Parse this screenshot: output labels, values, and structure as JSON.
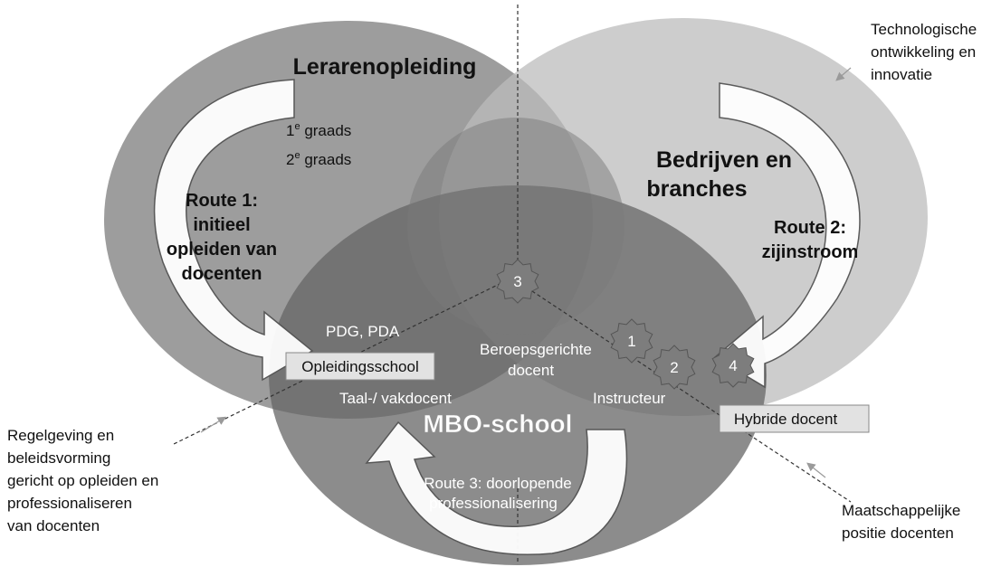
{
  "circles": {
    "teacher_education": "Lerarenopleiding",
    "companies_line1": "Bedrijven en",
    "companies_line2": "branches",
    "mbo_school": "MBO-school"
  },
  "grades": {
    "first_num": "1",
    "first_sup": "e",
    "first_text": " graads",
    "second_num": "2",
    "second_sup": "e",
    "second_text": " graads"
  },
  "routes": {
    "route1_line1": "Route 1:",
    "route1_line2": "initieel",
    "route1_line3": "opleiden van",
    "route1_line4": "docenten",
    "route2_line1": "Route 2:",
    "route2_line2": "zijinstroom",
    "route3_line1": "Route 3: doorlopende",
    "route3_line2": "professionalisering"
  },
  "roles": {
    "pdg_pda": "PDG, PDA",
    "opleidingsschool": "Opleidingsschool",
    "taal_vakdocent": "Taal-/ vakdocent",
    "beroeps_line1": "Beroepsgerichte",
    "beroeps_line2": "docent",
    "instructeur": "Instructeur",
    "hybride": "Hybride docent"
  },
  "gears": {
    "g1": "1",
    "g2": "2",
    "g3": "3",
    "g4": "4"
  },
  "external": {
    "tech_line1": "Technologische",
    "tech_line2": "ontwikkeling en",
    "tech_line3": "innovatie",
    "reg_line1": "Regelgeving en",
    "reg_line2": "beleidsvorming",
    "reg_line3": "gericht op opleiden en",
    "reg_line4": "professionaliseren",
    "reg_line5": "van docenten",
    "soc_line1": "Maatschappelijke",
    "soc_line2": "positie docenten"
  }
}
